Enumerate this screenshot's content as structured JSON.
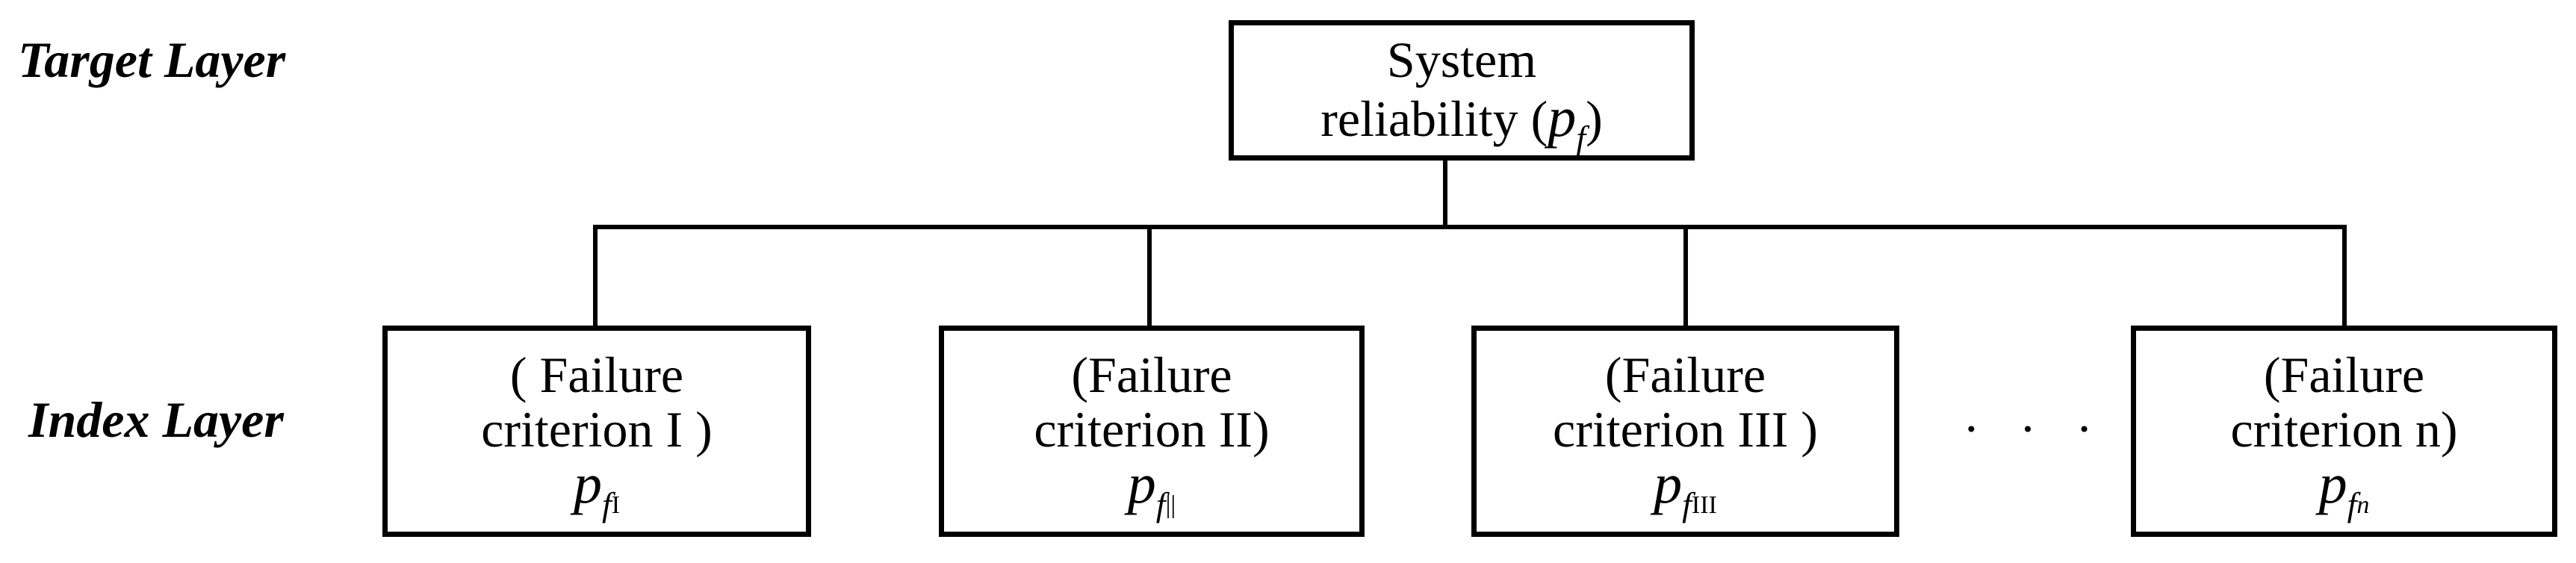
{
  "layers": {
    "target": "Target Layer",
    "index": "Index Layer"
  },
  "top_node": {
    "line1": "System",
    "line2": "reliability (",
    "symbol": "p",
    "subscript": "f",
    "close": ")"
  },
  "criteria": [
    {
      "line1": "( Failure",
      "line2": "criterion I )",
      "symbol": "p",
      "subscript": "f",
      "subsub": "I"
    },
    {
      "line1": "(Failure",
      "line2": "criterion II)",
      "symbol": "p",
      "subscript": "f",
      "subsub": "||"
    },
    {
      "line1": "(Failure",
      "line2": "criterion III )",
      "symbol": "p",
      "subscript": "f",
      "subsub": "III"
    },
    {
      "line1": "(Failure",
      "line2": "criterion n)",
      "symbol": "p",
      "subscript": "f",
      "subsub": "n"
    }
  ],
  "ellipsis": "· · ·"
}
